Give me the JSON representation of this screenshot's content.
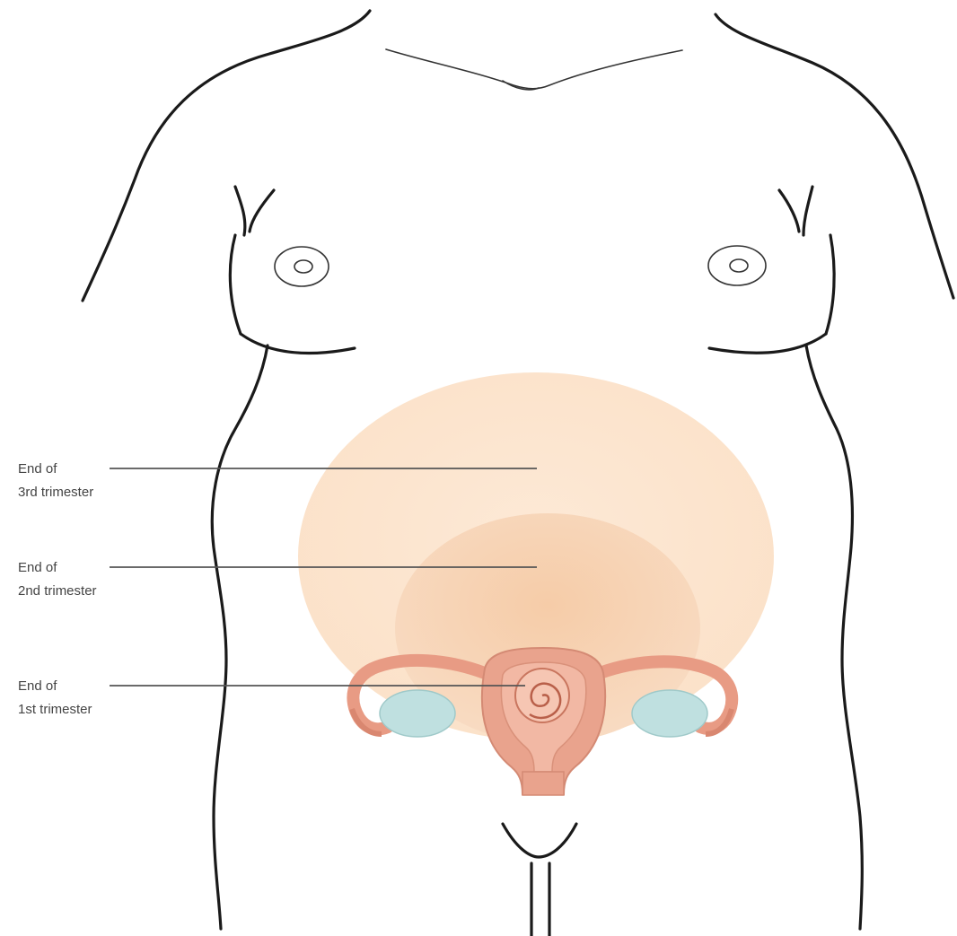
{
  "diagram": {
    "labels": [
      {
        "line1": "End of",
        "line2": "3rd trimester"
      },
      {
        "line1": "End of",
        "line2": "2nd trimester"
      },
      {
        "line1": "End of",
        "line2": "1st trimester"
      }
    ]
  },
  "colors": {
    "third_trimester_fill": "#fbe3cc",
    "second_trimester_fill": "#f7d3b3",
    "uterus_fill": "#e9a38d",
    "ovary_fill": "#bfe0e0",
    "body_outline": "#1a1a1a"
  }
}
